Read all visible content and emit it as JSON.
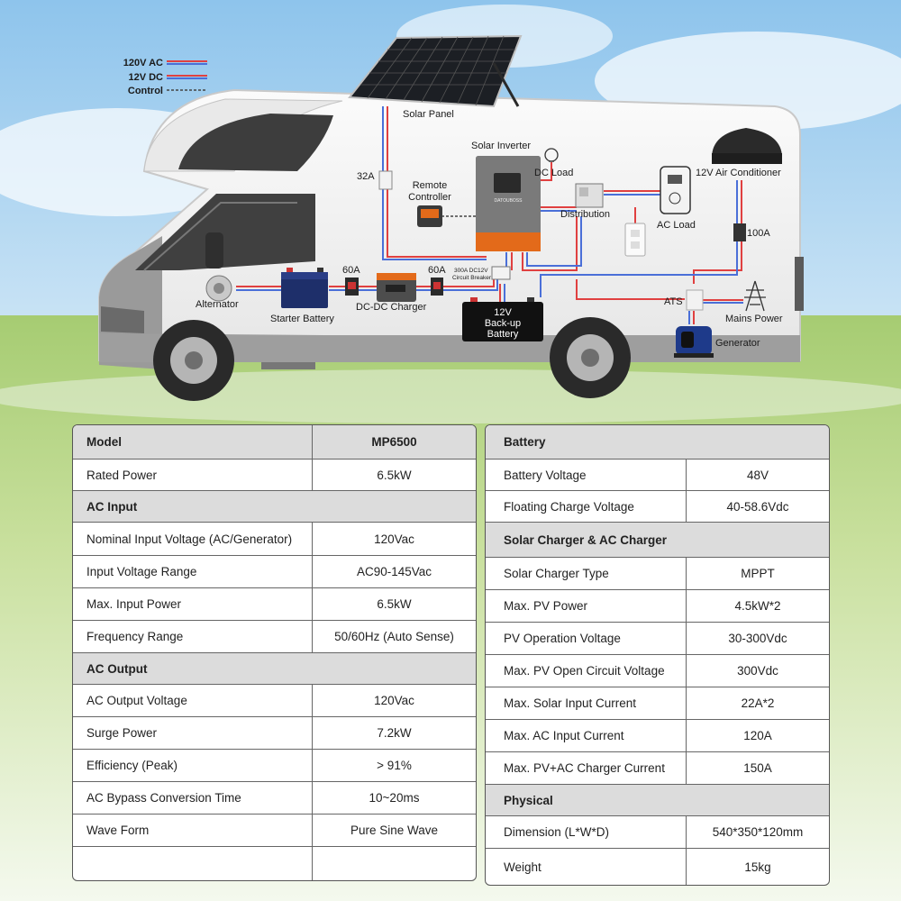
{
  "legend": [
    {
      "label": "120V AC",
      "color": "#e04040"
    },
    {
      "label": "12V DC",
      "color": "#4a6fd8"
    },
    {
      "label": "Control",
      "color": "#444444"
    }
  ],
  "diagram": {
    "solar_panel": "Solar Panel",
    "solar_inverter": "Solar Inverter",
    "inverter_brand": "DATOUBOSS",
    "dc_load": "DC Load",
    "breaker_32a": "32A",
    "remote_controller_line1": "Remote",
    "remote_controller_line2": "Controller",
    "distribution": "Distribution",
    "ac_load": "AC Load",
    "air_conditioner": "12V Air Conditioner",
    "breaker_100a": "100A",
    "alternator": "Alternator",
    "starter_battery": "Starter Battery",
    "breaker_60a_1": "60A",
    "dc_dc_charger": "DC-DC Charger",
    "breaker_60a_2": "60A",
    "breaker_300a_line1": "300A DC12V",
    "breaker_300a_line2": "Circuit Breaker",
    "backup_line1": "12V",
    "backup_line2": "Back-up",
    "backup_line3": "Battery",
    "ats": "ATS",
    "mains_power": "Mains Power",
    "generator": "Generator"
  },
  "left_table": {
    "header": {
      "label": "Model",
      "value": "MP6500"
    },
    "rows_top": [
      {
        "label": "Rated Power",
        "value": "6.5kW"
      }
    ],
    "section_ac_input": "AC Input",
    "rows_ac_input": [
      {
        "label": "Nominal Input Voltage (AC/Generator)",
        "value": "120Vac"
      },
      {
        "label": "Input Voltage Range",
        "value": "AC90-145Vac"
      },
      {
        "label": "Max. Input Power",
        "value": "6.5kW"
      },
      {
        "label": "Frequency Range",
        "value": "50/60Hz (Auto Sense)"
      }
    ],
    "section_ac_output": "AC Output",
    "rows_ac_output": [
      {
        "label": "AC Output Voltage",
        "value": "120Vac"
      },
      {
        "label": "Surge Power",
        "value": "7.2kW"
      },
      {
        "label": "Efficiency (Peak)",
        "value": "> 91%"
      },
      {
        "label": "AC Bypass Conversion Time",
        "value": "10~20ms"
      },
      {
        "label": "Wave Form",
        "value": "Pure Sine Wave"
      },
      {
        "label": "",
        "value": ""
      }
    ]
  },
  "right_table": {
    "section_battery": "Battery",
    "rows_battery": [
      {
        "label": "Battery Voltage",
        "value": "48V"
      },
      {
        "label": "Floating Charge Voltage",
        "value": "40-58.6Vdc"
      }
    ],
    "section_charger": "Solar Charger & AC Charger",
    "rows_charger": [
      {
        "label": "Solar Charger Type",
        "value": "MPPT"
      },
      {
        "label": "Max. PV Power",
        "value": "4.5kW*2"
      },
      {
        "label": "PV Operation Voltage",
        "value": "30-300Vdc"
      },
      {
        "label": "Max. PV Open Circuit Voltage",
        "value": "300Vdc"
      },
      {
        "label": "Max. Solar Input Current",
        "value": "22A*2"
      },
      {
        "label": "Max. AC Input Current",
        "value": "120A"
      },
      {
        "label": "Max. PV+AC Charger Current",
        "value": "150A"
      }
    ],
    "section_physical": "Physical",
    "rows_physical": [
      {
        "label": "Dimension (L*W*D)",
        "value": "540*350*120mm"
      },
      {
        "label": "Weight",
        "value": "15kg"
      }
    ]
  }
}
